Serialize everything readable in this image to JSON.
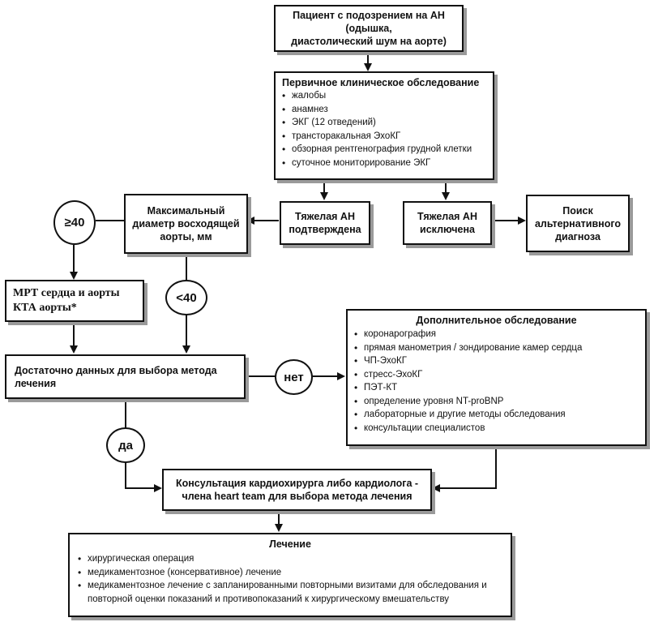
{
  "suspect": {
    "line1": "Пациент с подозрением на АН (одышка,",
    "line2": "диастолический шум на аорте)"
  },
  "exam": {
    "title": "Первичное клиническое обследование",
    "items": [
      "жалобы",
      "анамнез",
      "ЭКГ (12 отведений)",
      "трансторакальная ЭхоКГ",
      "обзорная рентгенография грудной клетки",
      "суточное мониторирование ЭКГ"
    ]
  },
  "confirmed": {
    "line1": "Тяжелая АН",
    "line2": "подтверждена"
  },
  "excluded": {
    "line1": "Тяжелая АН",
    "line2": "исключена"
  },
  "alternative": {
    "line1": "Поиск",
    "line2": "альтернативного",
    "line3": "диагноза"
  },
  "diameter": {
    "line1": "Максимальный",
    "line2": "диаметр восходящей",
    "line3": "аорты, мм"
  },
  "ge40": {
    "label": "≥40"
  },
  "lt40": {
    "label": "<40"
  },
  "mri": {
    "line1": "МРТ сердца и аорты",
    "line2": "КТА аорты*"
  },
  "enough": {
    "line1": "Достаточно данных для выбора метода",
    "line2": "лечения"
  },
  "no": {
    "label": "нет"
  },
  "yes": {
    "label": "да"
  },
  "additional": {
    "title": "Дополнительное обследование",
    "items": [
      "коронарография",
      "прямая манометрия / зондирование камер сердца",
      "ЧП-ЭхоКГ",
      "стресс-ЭхоКГ",
      "ПЭТ-КТ",
      "определение уровня NT-proBNP",
      "лабораторные и другие методы обследования",
      "консультации специалистов"
    ]
  },
  "consult": {
    "line1": "Консультация кардиохирурга либо кардиолога -",
    "line2": "члена heart team для выбора метода лечения"
  },
  "treatment": {
    "title": "Лечение",
    "items": [
      "хирургическая операция",
      "медикаментозное (консервативное) лечение",
      "медикаментозное лечение с запланированными повторными визитами для обследования и"
    ],
    "continuation": "повторной оценки показаний и противопоказаний к хирургическому вмешательству"
  }
}
